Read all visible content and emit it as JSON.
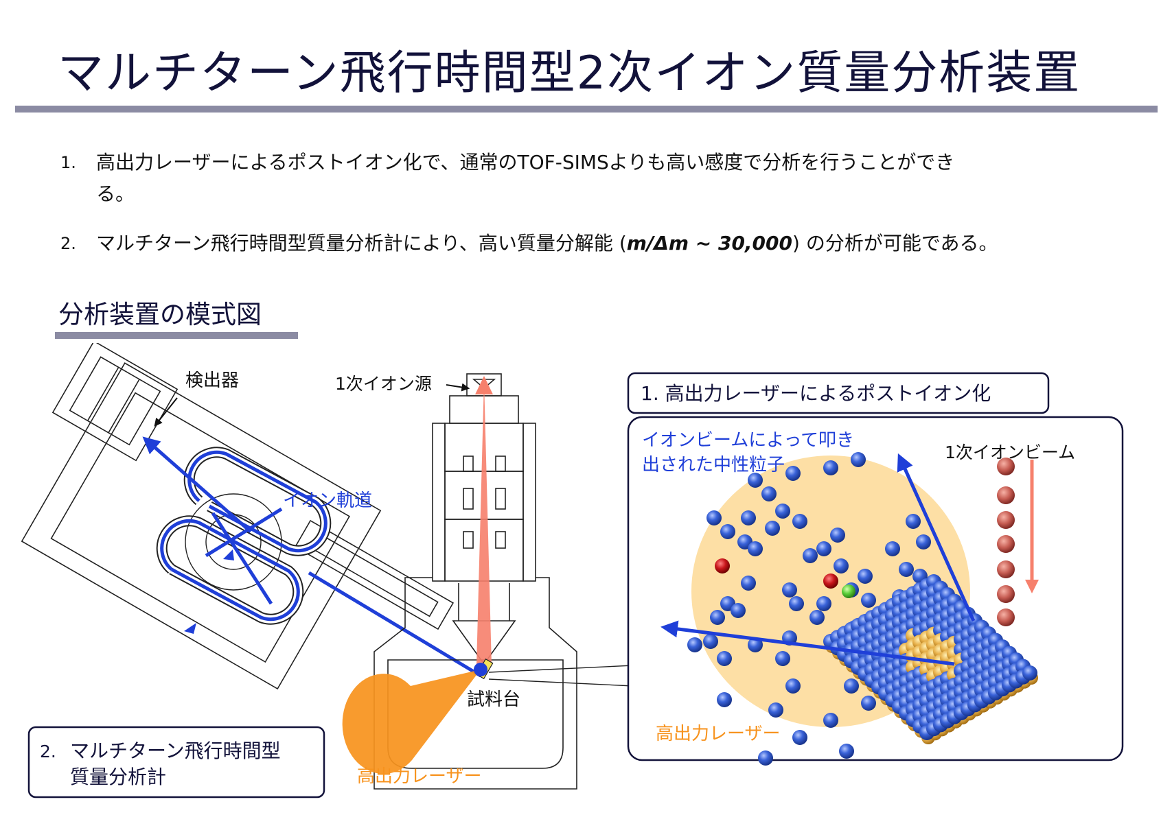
{
  "title": "マルチターン飛行時間型2次イオン質量分析装置",
  "points": [
    {
      "num": "1.",
      "line1": "高出力レーザーによるポストイオン化で、通常のTOF-SIMSよりも高い感度で分析を行うことができ",
      "line2": "る。"
    },
    {
      "num": "2.",
      "pre": "マルチターン飛行時間型質量分析計により、高い質量分解能 (",
      "formula": "m/Δm ~ 30,000",
      "post": ") の分析が可能である。"
    }
  ],
  "section_heading": "分析装置の模式図",
  "diagram": {
    "detector": "検出器",
    "primary_ion_source": "1次イオン源",
    "ion_trajectory": "イオン軌道",
    "sample_stage": "試料台",
    "laser": "高出力レーザー",
    "box2": {
      "num": "2.",
      "line1": "マルチターン飛行時間型",
      "line2": "質量分析計"
    },
    "box1": "1. 高出力レーザーによるポストイオン化",
    "inset": {
      "neutral_line1": "イオンビームによって叩き",
      "neutral_line2": "出された中性粒子",
      "primary_beam": "1次イオンビーム",
      "laser": "高出力レーザー"
    }
  },
  "colors": {
    "title": "#12123a",
    "rule": "#8b8ba3",
    "ion_path": "#1f3fd8",
    "primary_beam": "#f6806c",
    "laser": "#f7931e",
    "glow": "#fddfa5",
    "atom_blue": "#3a63d9",
    "atom_red": "#c8161b",
    "atom_green": "#5ccf3a",
    "atom_gold": "#e7b04a"
  }
}
